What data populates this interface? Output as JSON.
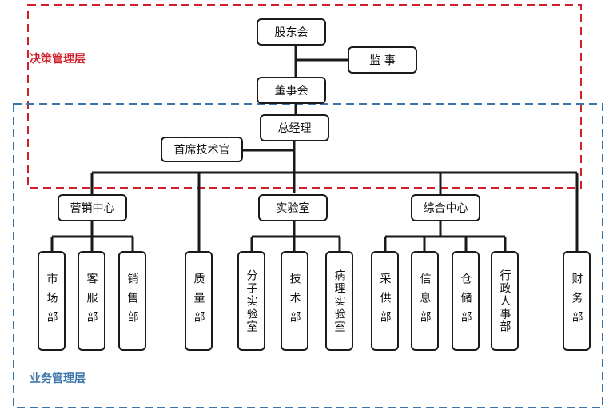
{
  "colors": {
    "decision": "#d0202a",
    "business": "#3a74a8",
    "line": "#1a1a1a"
  },
  "layers": {
    "decision": "决策管理层",
    "business": "业务管理层"
  },
  "nodes": {
    "shareholders": "股东会",
    "supervisor": "监 事",
    "board": "董事会",
    "gm": "总经理",
    "cto": "首席技术官",
    "marketing_center": "营销中心",
    "lab": "实验室",
    "general_center": "综合中心",
    "market": "市场部",
    "service": "客服部",
    "sales": "销售部",
    "quality": "质量部",
    "molecular_lab": "分子实验室",
    "tech": "技术部",
    "pathology_lab": "病理实验室",
    "procurement": "采供部",
    "info": "信息部",
    "storage": "仓储部",
    "admin_hr": "行政人事部",
    "finance": "财务部"
  }
}
